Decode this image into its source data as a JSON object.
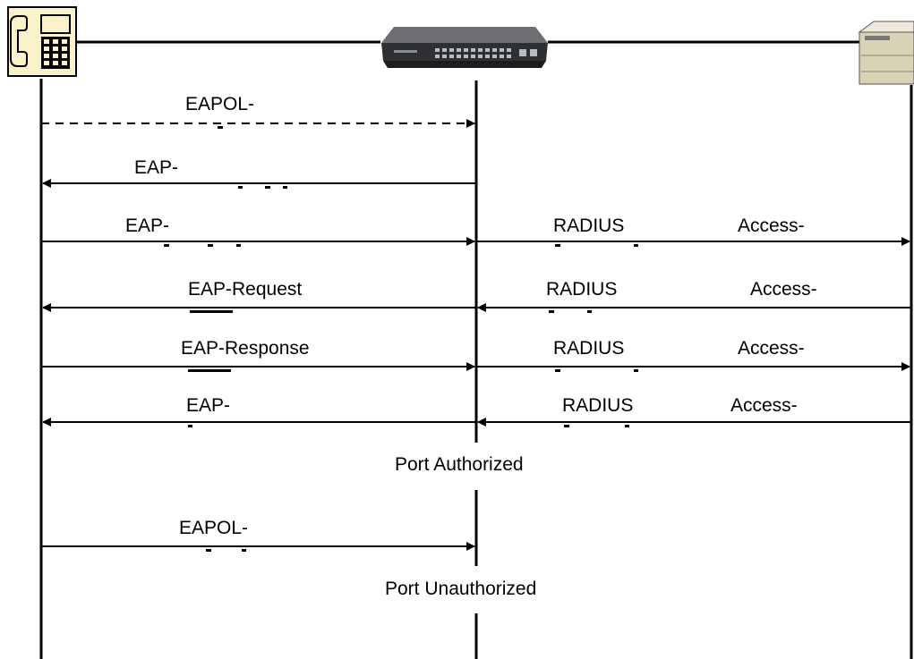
{
  "messages": [
    {
      "label": "EAPOL-"
    },
    {
      "label": "EAP-"
    },
    {
      "left_label": "EAP-",
      "right_a": "RADIUS",
      "right_b": "Access-"
    },
    {
      "left_label": "EAP-Request",
      "right_a": "RADIUS",
      "right_b": "Access-"
    },
    {
      "left_label": "EAP-Response",
      "right_a": "RADIUS",
      "right_b": "Access-"
    },
    {
      "left_label": "EAP-",
      "right_a": "RADIUS",
      "right_b": "Access-"
    },
    {
      "label": "EAPOL-"
    }
  ],
  "states": {
    "authorized": "Port Authorized",
    "unauthorized": "Port Unauthorized"
  },
  "entities": {
    "phone_icon": "ip-phone-icon",
    "switch_icon": "network-switch-icon",
    "server_icon": "radius-server-icon"
  },
  "colors": {
    "line": "#000000",
    "phone_fill": "#fbf2c8",
    "server_fill": "#d8d3b4"
  }
}
